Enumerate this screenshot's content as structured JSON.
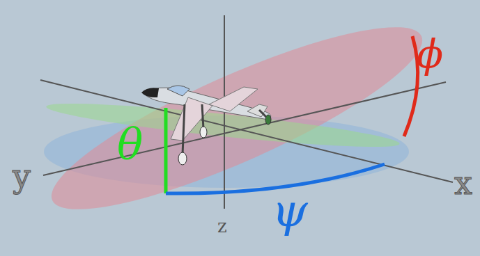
{
  "diagram": {
    "labels": [
      "y",
      "x",
      "z",
      "θ",
      "ψ",
      "ϕ"
    ]
  }
}
